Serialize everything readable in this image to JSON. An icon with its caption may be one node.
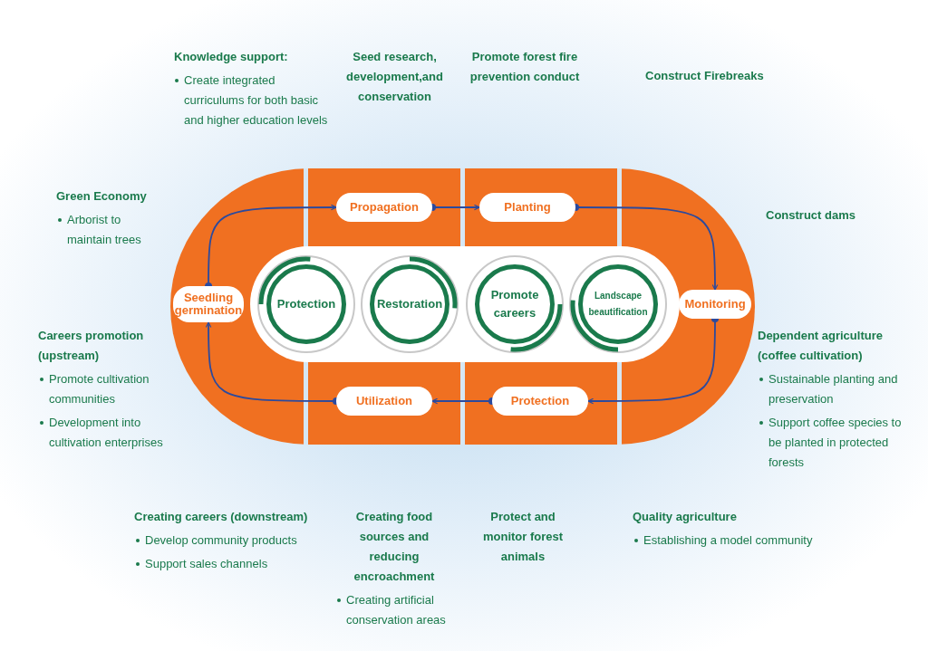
{
  "diagram": {
    "nodes": [
      {
        "text": [
          "Propagation"
        ]
      },
      {
        "text": [
          "Planting"
        ]
      },
      {
        "text": [
          "Monitoring"
        ]
      },
      {
        "text": [
          "Protection"
        ]
      },
      {
        "text": [
          "Utilization"
        ]
      },
      {
        "text": [
          "Seedling germination"
        ]
      },
      {
        "text": [
          "Protection"
        ]
      },
      {
        "text": [
          "Restoration"
        ]
      },
      {
        "text": [
          "Promote careers"
        ]
      },
      {
        "text": [
          "Landscape beautification"
        ]
      }
    ],
    "edges": [
      {
        "from": 0,
        "to": 1,
        "arrow": "to"
      },
      {
        "from": 1,
        "to": 2,
        "arrow": "to"
      },
      {
        "from": 2,
        "to": 3,
        "arrow": "to"
      },
      {
        "from": 3,
        "to": 4,
        "arrow": "to"
      },
      {
        "from": 4,
        "to": 5,
        "arrow": "to"
      },
      {
        "from": 5,
        "to": 0,
        "arrow": "to"
      }
    ],
    "labels": [
      "Knowledge support:",
      "Create integrated curriculums for both basic and higher education levels",
      "Seed research, development,and conservation",
      "Promote forest fire prevention conduct",
      "Construct Firebreaks",
      "Green Economy",
      "Arborist to maintain trees",
      "Construct dams",
      "Careers promotion (upstream)",
      "Promote cultivation communities",
      "Development into cultivation enterprises",
      "Dependent agriculture (coffee cultivation)",
      "Sustainable planting and preservation",
      "Support coffee species to be planted in protected forests",
      "Creating careers (downstream)",
      "Develop community products",
      "Support sales channels",
      "Creating food sources and reducing encroachment",
      "Creating artificial conservation areas",
      "Protect and monitor forest animals",
      "Quality agriculture",
      "Establishing a model community"
    ]
  }
}
